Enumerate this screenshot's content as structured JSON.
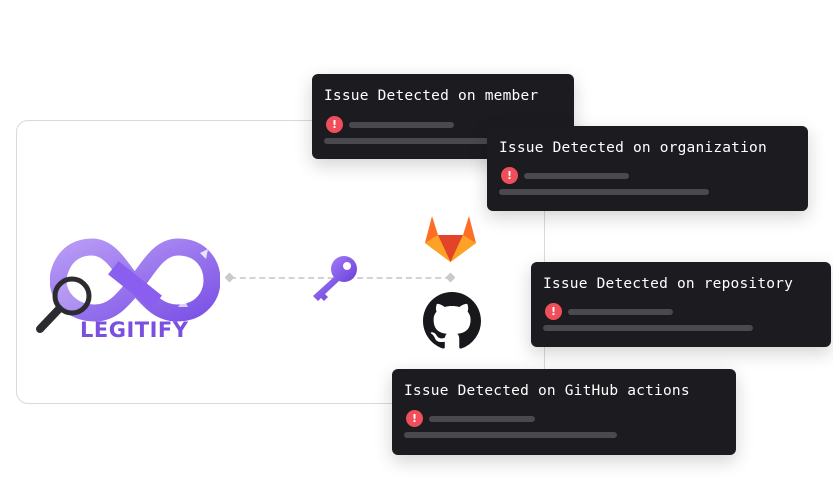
{
  "brand": {
    "name": "LEGITIFY",
    "accent": "#7b4fe0",
    "icons": [
      "infinity-logo",
      "magnifier-icon",
      "key-icon",
      "gitlab-icon",
      "github-icon"
    ]
  },
  "cards": [
    {
      "title": "Issue Detected on member"
    },
    {
      "title": "Issue Detected on organization"
    },
    {
      "title": "Issue Detected on repository"
    },
    {
      "title": "Issue Detected on GitHub actions"
    }
  ],
  "colors": {
    "card_bg": "#1c1b1f",
    "alert": "#ef4f5a",
    "gitlab_orange": "#fc6d26"
  }
}
